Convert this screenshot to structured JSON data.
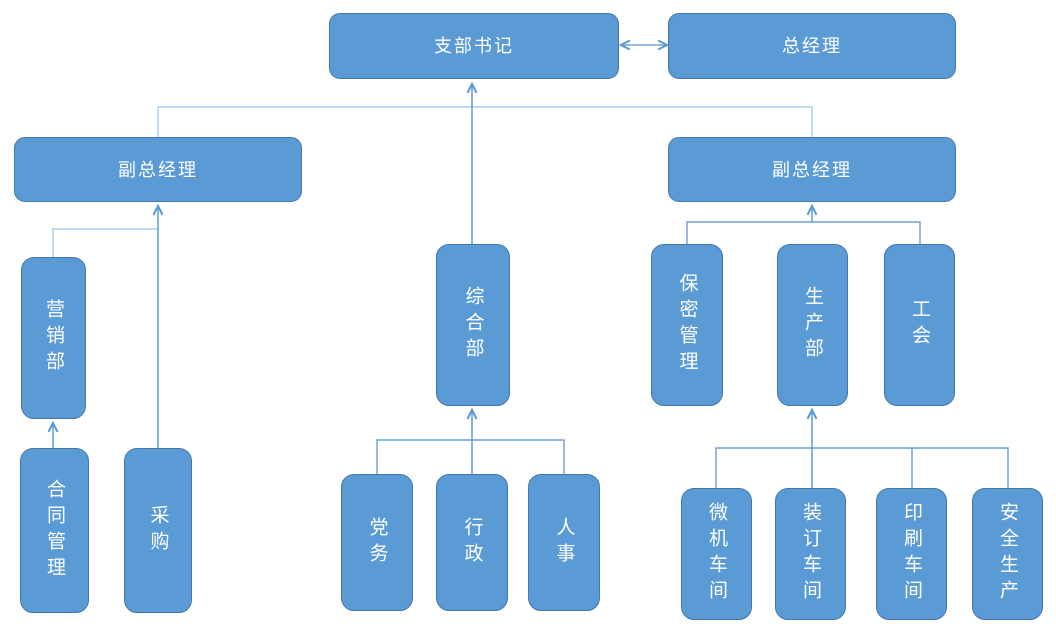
{
  "diagram": {
    "type": "org-chart",
    "background": "#FFFFFF",
    "colors": {
      "node_fill": "#5B9BD5",
      "node_border": "#4577A9",
      "node_text": "#FFFFFF",
      "connector_medium": "#5B9BD5",
      "connector_light": "#AECBEA"
    },
    "nodes": {
      "secretary": {
        "label": "支部书记"
      },
      "general_manager": {
        "label": "总经理"
      },
      "deputy_gm_left": {
        "label": "副总经理"
      },
      "deputy_gm_right": {
        "label": "副总经理"
      },
      "marketing": {
        "label": "营销部"
      },
      "general_dept": {
        "label": "综合部"
      },
      "confidentiality": {
        "label": "保密管理"
      },
      "production": {
        "label": "生产部"
      },
      "labor_union": {
        "label": "工会"
      },
      "contract_mgmt": {
        "label": "合同管理"
      },
      "purchasing": {
        "label": "采购"
      },
      "party_affairs": {
        "label": "党务"
      },
      "administration": {
        "label": "行政"
      },
      "hr": {
        "label": "人事"
      },
      "computer_workshop": {
        "label": "微机车间"
      },
      "binding_workshop": {
        "label": "装订车间"
      },
      "printing_workshop": {
        "label": "印刷车间"
      },
      "safety_production": {
        "label": "安全生产"
      }
    },
    "edges": [
      {
        "from": "secretary",
        "to": "general_manager",
        "style": "double-arrow"
      },
      {
        "from": "deputy_gm_left",
        "to": "secretary",
        "style": "elbow"
      },
      {
        "from": "deputy_gm_right",
        "to": "secretary",
        "style": "elbow"
      },
      {
        "from": "general_dept",
        "to": "secretary",
        "style": "arrow-up"
      },
      {
        "from": "marketing",
        "to": "deputy_gm_left",
        "style": "elbow"
      },
      {
        "from": "purchasing",
        "to": "deputy_gm_left",
        "style": "arrow-up"
      },
      {
        "from": "contract_mgmt",
        "to": "marketing",
        "style": "arrow-up"
      },
      {
        "from": "party_affairs",
        "to": "general_dept",
        "style": "elbow"
      },
      {
        "from": "administration",
        "to": "general_dept",
        "style": "arrow-up"
      },
      {
        "from": "hr",
        "to": "general_dept",
        "style": "elbow"
      },
      {
        "from": "confidentiality",
        "to": "deputy_gm_right",
        "style": "elbow"
      },
      {
        "from": "production",
        "to": "deputy_gm_right",
        "style": "arrow-up"
      },
      {
        "from": "labor_union",
        "to": "deputy_gm_right",
        "style": "elbow"
      },
      {
        "from": "computer_workshop",
        "to": "production",
        "style": "elbow"
      },
      {
        "from": "binding_workshop",
        "to": "production",
        "style": "arrow-up"
      },
      {
        "from": "printing_workshop",
        "to": "production",
        "style": "elbow"
      },
      {
        "from": "safety_production",
        "to": "production",
        "style": "elbow"
      }
    ]
  }
}
